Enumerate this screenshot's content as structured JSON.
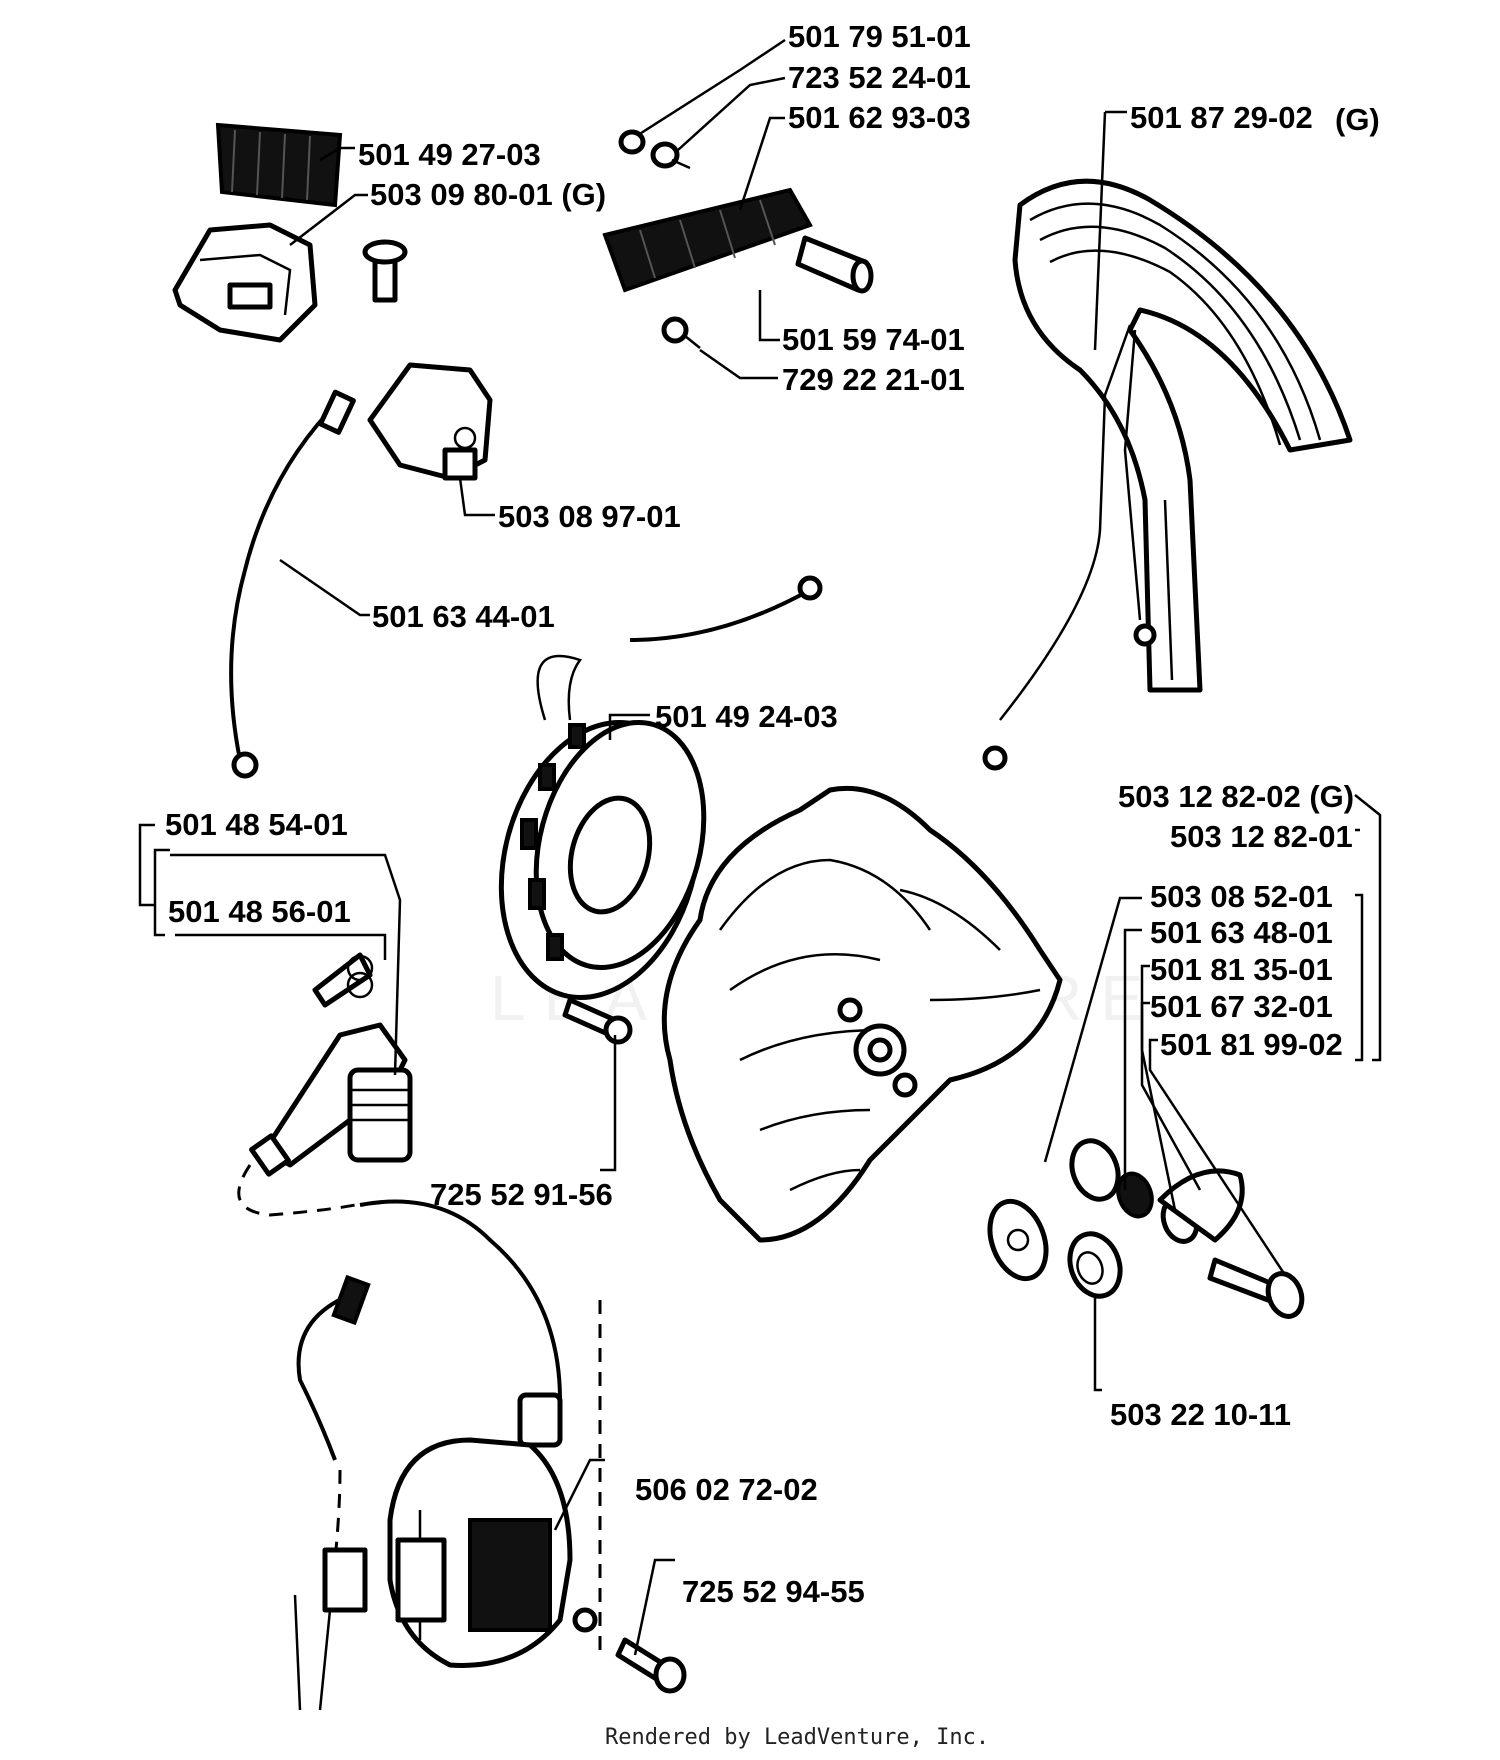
{
  "labels": {
    "p501795101": "501 79 51-01",
    "p723522401": "723 52 24-01",
    "p501629303": "501 62 93-03",
    "p501872902": "501 87 29-02",
    "p501872902_g": "(G)",
    "p501492703": "501 49 27-03",
    "p503098001": "503 09 80-01 (G)",
    "p501597401": "501 59 74-01",
    "p729222101": "729 22 21-01",
    "p503089701": "503 08 97-01",
    "p501634401": "501 63 44-01",
    "p501492403": "501 49 24-03",
    "p503128202g": "503 12 82-02 (G)",
    "p503128201": "503 12 82-01",
    "p501485401": "501 48 54-01",
    "p501485601": "501 48 56-01",
    "p503085201": "503 08 52-01",
    "p501634801": "501 63 48-01",
    "p501813501": "501 81 35-01",
    "p501673201": "501 67 32-01",
    "p501819902": "501 81 99-02",
    "p725529156": "725 52 91-56",
    "p503221011": "503 22 10-11",
    "p506027202": "506 02 72-02",
    "p725529455": "725 52 94-55"
  },
  "watermark": "LEADVENTURE",
  "footer": "Rendered by LeadVenture, Inc."
}
